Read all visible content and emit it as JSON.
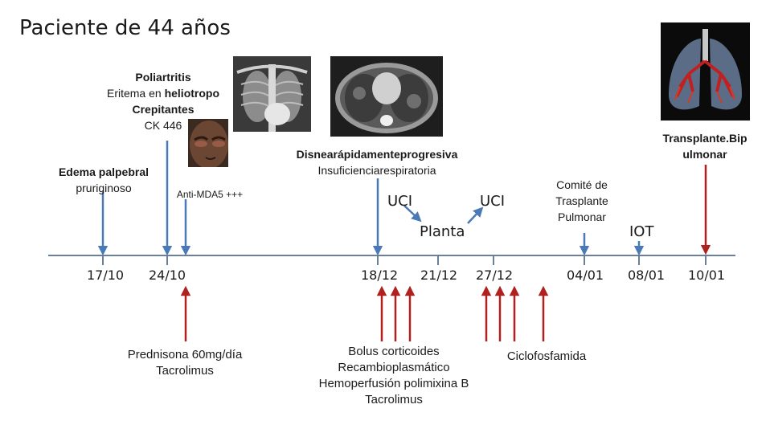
{
  "title": "Paciente de 44 años",
  "clinical": {
    "line1": "Poliartritis",
    "line2_a": "Eritema en ",
    "line2_b": "heliotropo",
    "line3": "Crepitantes",
    "line4": "CK 446"
  },
  "edema": {
    "line1": "Edema palpebral",
    "line2": "pruriginoso"
  },
  "antibody": "Anti-MDA5 +++",
  "respiratory": {
    "line1": "Disnearápidamenteprogresiva",
    "line2": "Insuficienciarespiratoria"
  },
  "locations": {
    "uci1": "UCI",
    "uci2": "UCI",
    "planta": "Planta",
    "iot": "IOT"
  },
  "committee": {
    "line1": "Comité de",
    "line2": "Trasplante",
    "line3": "Pulmonar"
  },
  "transplant": {
    "line1": "Transplante.Bip",
    "line2": "ulmonar"
  },
  "dates": [
    "17/10",
    "24/10",
    "18/12",
    "21/12",
    "27/12",
    "04/01",
    "08/01",
    "10/01"
  ],
  "treatments": {
    "t1": {
      "line1": "Prednisona 60mg/día",
      "line2": "Tacrolimus"
    },
    "t2": {
      "line1": "Bolus corticoides",
      "line2": "Recambioplasmático",
      "line3": "Hemoperfusión polimixina B",
      "line4": "Tacrolimus"
    },
    "t3": "Ciclofosfamida"
  },
  "colors": {
    "axis": "#6a7f9a",
    "blue_arrow": "#4a7ab5",
    "red_arrow": "#b0201f"
  }
}
